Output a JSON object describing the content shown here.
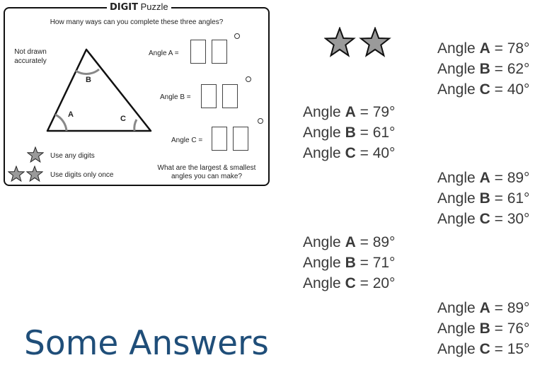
{
  "puzzle": {
    "brand": "DIGIT",
    "title_suffix": "Puzzle",
    "question": "How many ways can you complete these three angles?",
    "note_line1": "Not drawn",
    "note_line2": "accurately",
    "vertex_a": "A",
    "vertex_b": "B",
    "vertex_c": "C",
    "angle_a_label": "Angle A =",
    "angle_b_label": "Angle B =",
    "angle_c_label": "Angle C =",
    "one_star_text": "Use any digits",
    "two_star_text": "Use digits only once",
    "challenge_line1": "What are the largest & smallest",
    "challenge_line2": "angles you can make?"
  },
  "colors": {
    "star_fill": "#9a9a9a",
    "answer_text": "#3a3a3a",
    "title_blue": "#1f4e79"
  },
  "answers": [
    {
      "a": "78",
      "b": "62",
      "c": "40"
    },
    {
      "a": "79",
      "b": "61",
      "c": "40"
    },
    {
      "a": "89",
      "b": "61",
      "c": "30"
    },
    {
      "a": "89",
      "b": "71",
      "c": "20"
    },
    {
      "a": "89",
      "b": "76",
      "c": "15"
    }
  ],
  "answer_labels": {
    "prefix": "Angle",
    "a": "A",
    "b": "B",
    "c": "C",
    "equals": "=",
    "degree": "°"
  },
  "footer": {
    "title": "Some Answers"
  }
}
